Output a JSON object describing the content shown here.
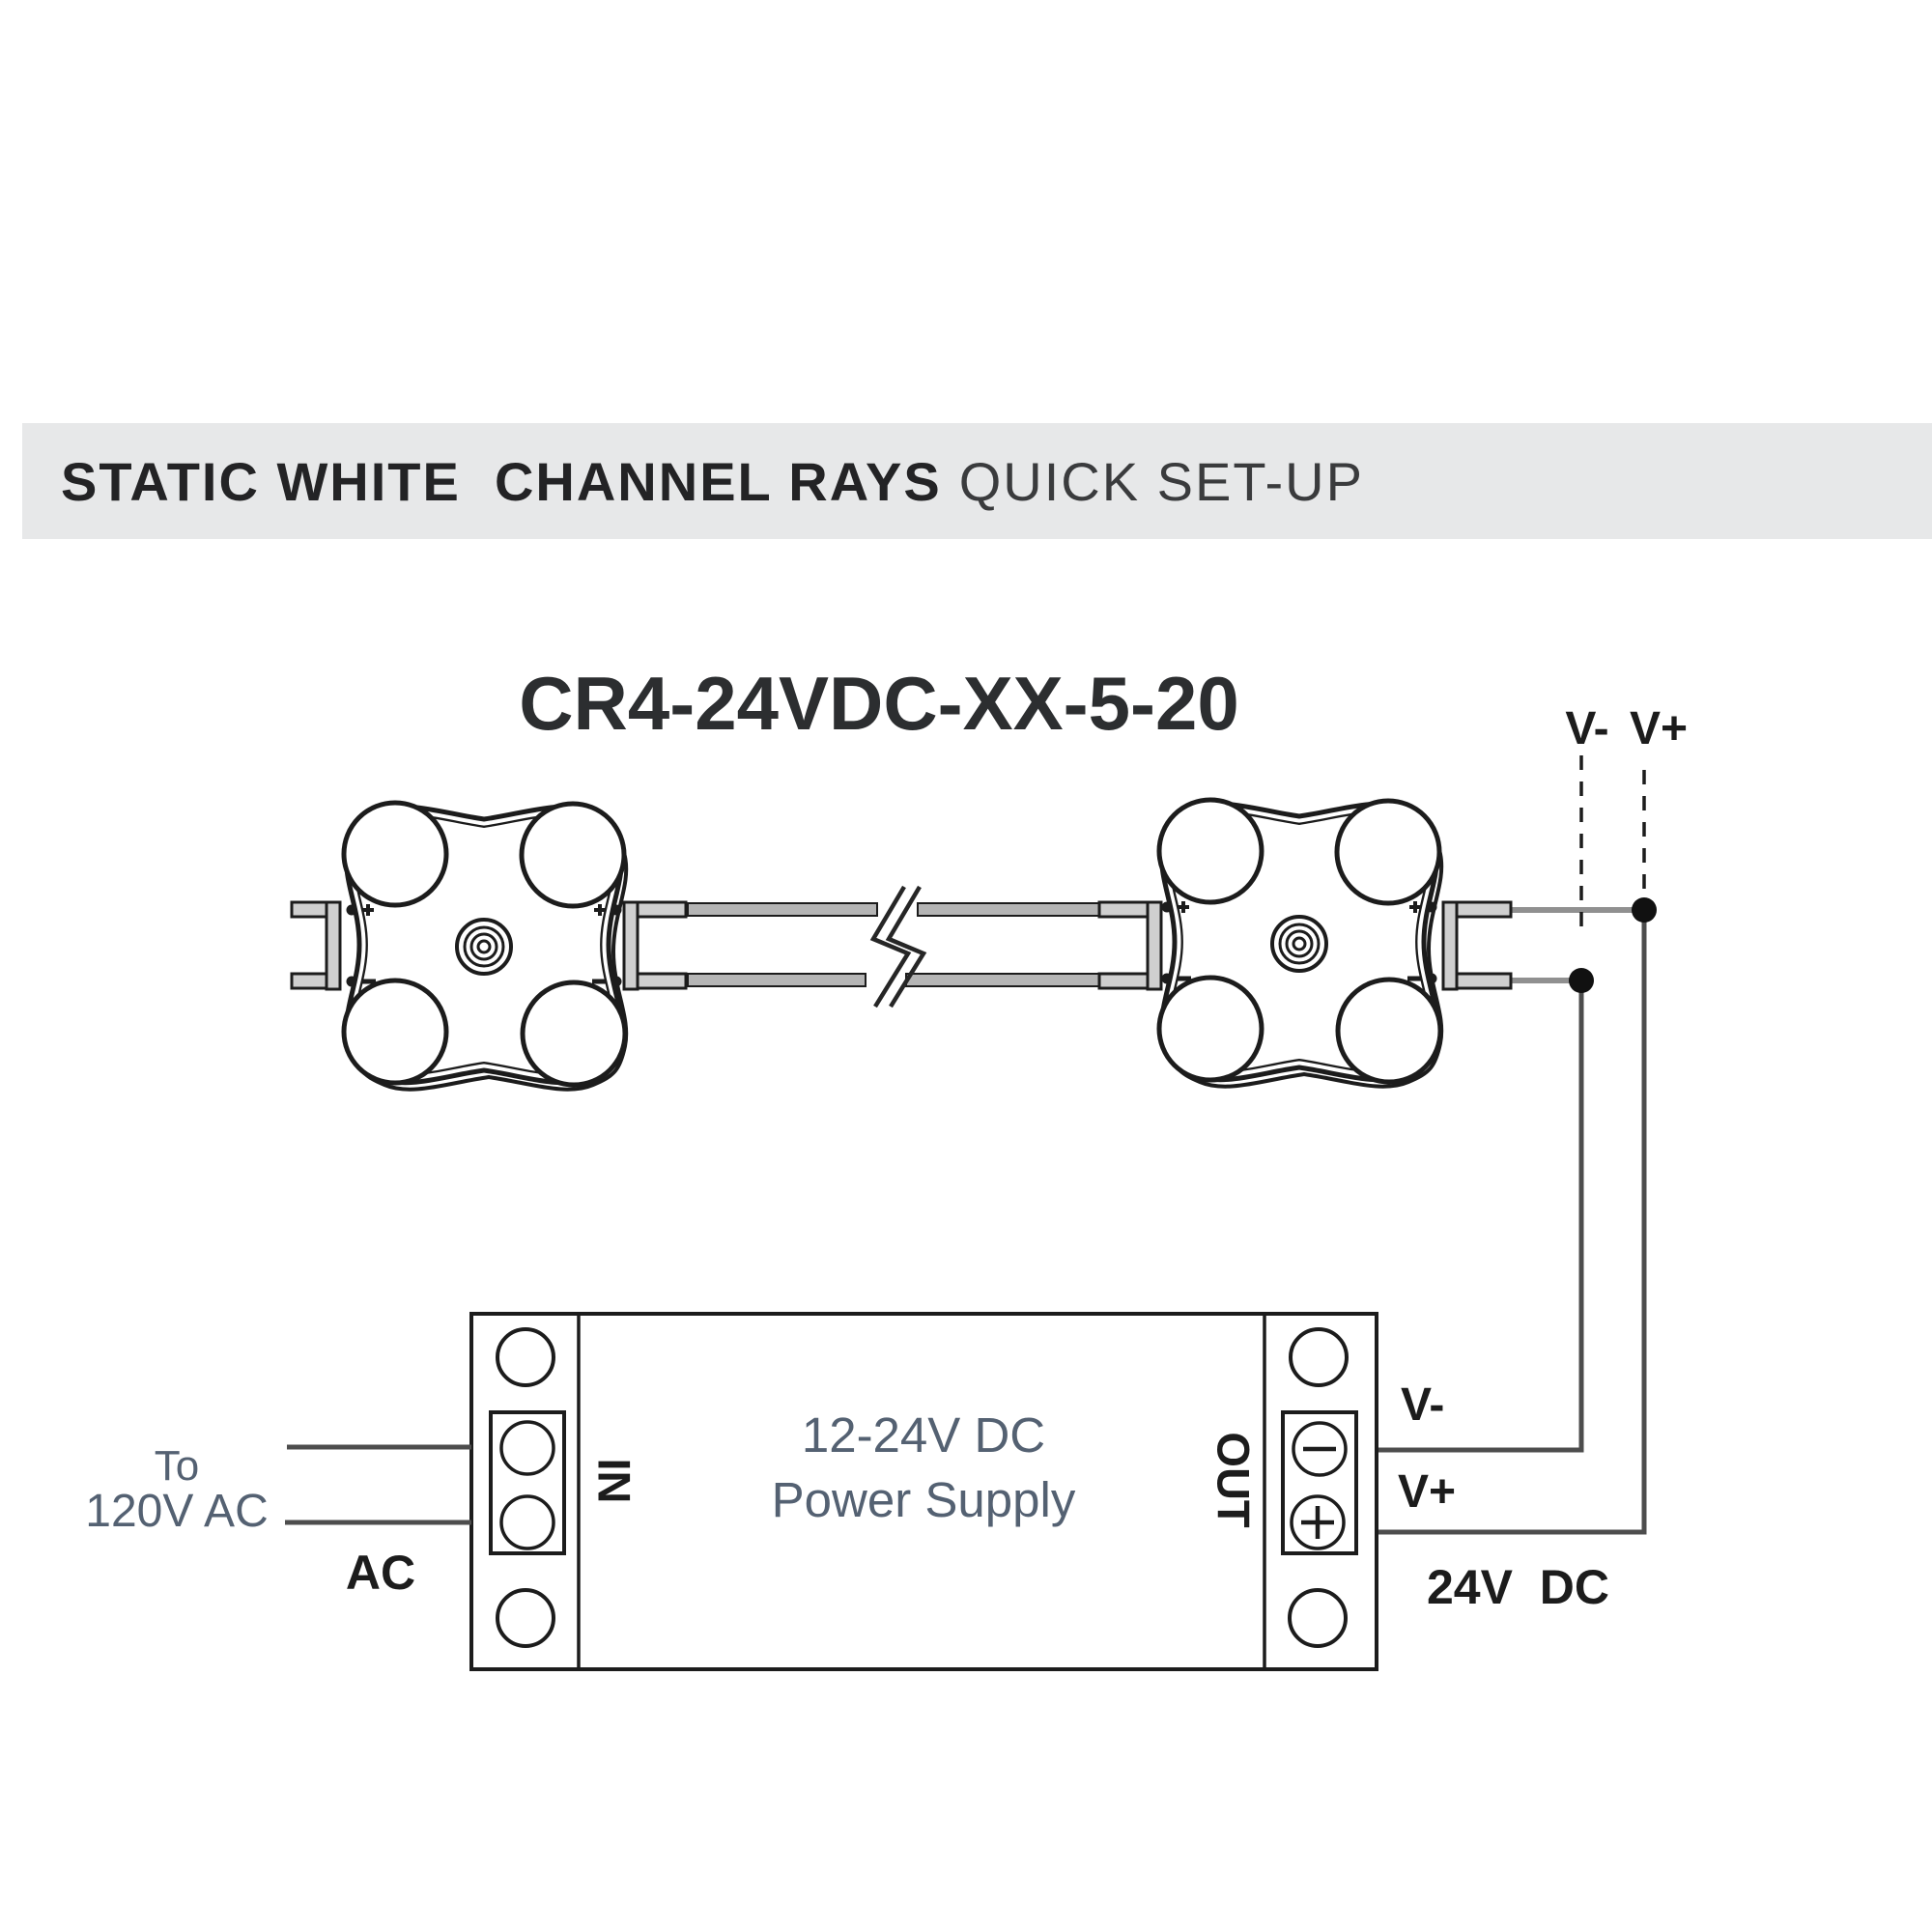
{
  "header": {
    "title_bold": "STATIC WHITE  CHANNEL RAYS",
    "title_light": "QUICK SET-UP"
  },
  "diagram": {
    "model_number": "CR4-24VDC-XX-5-20",
    "top_labels": {
      "v_minus": "V-",
      "v_plus": "V+"
    },
    "power_supply": {
      "line1": "12-24V DC",
      "line2": "Power Supply",
      "in_label": "IN",
      "out_label": "OUT",
      "minus_symbol": "−",
      "plus_symbol": "+"
    },
    "ac_input": {
      "to_word": "To",
      "voltage": "120V AC",
      "ac_label": "AC"
    },
    "dc_output": {
      "v_minus": "V-",
      "v_plus": "V+",
      "voltage": "24V  DC"
    },
    "colors": {
      "header_bar_bg": "#e7e8e9",
      "line_black": "#1c1c1c",
      "wire_dark": "#4d4d4d",
      "wire_gray": "#909090",
      "accent_text_blue_gray": "#546172"
    }
  }
}
